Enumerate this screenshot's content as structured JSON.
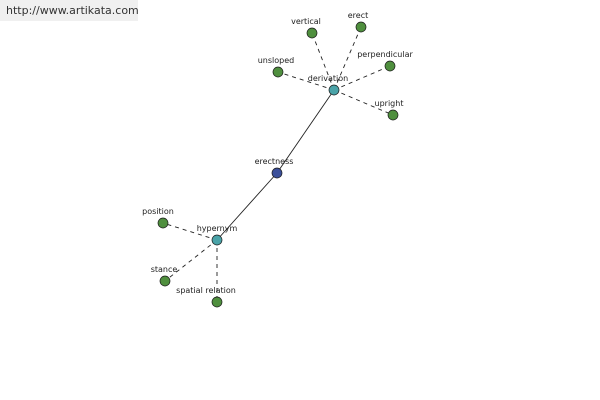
{
  "header": {
    "url": "http://www.artikata.com"
  },
  "colors": {
    "background": "#ffffff",
    "center_node": "#3b4f9a",
    "relation_node": "#4aa3a8",
    "leaf_node": "#4f8f3e",
    "edge": "#222222"
  },
  "graph": {
    "center": {
      "id": "erectness",
      "label": "erectness",
      "kind": "center"
    },
    "relations": [
      {
        "id": "derivation",
        "label": "derivation",
        "kind": "relation"
      },
      {
        "id": "hypernym",
        "label": "hypernym",
        "kind": "relation"
      }
    ],
    "leaves": [
      {
        "id": "vertical",
        "label": "vertical",
        "parent": "derivation"
      },
      {
        "id": "erect",
        "label": "erect",
        "parent": "derivation"
      },
      {
        "id": "unsloped",
        "label": "unsloped",
        "parent": "derivation"
      },
      {
        "id": "perpendicular",
        "label": "perpendicular",
        "parent": "derivation"
      },
      {
        "id": "upright",
        "label": "upright",
        "parent": "derivation"
      },
      {
        "id": "position",
        "label": "position",
        "parent": "hypernym"
      },
      {
        "id": "stance",
        "label": "stance",
        "parent": "hypernym"
      },
      {
        "id": "spatial-relation",
        "label": "spatial relation",
        "parent": "hypernym"
      }
    ]
  }
}
